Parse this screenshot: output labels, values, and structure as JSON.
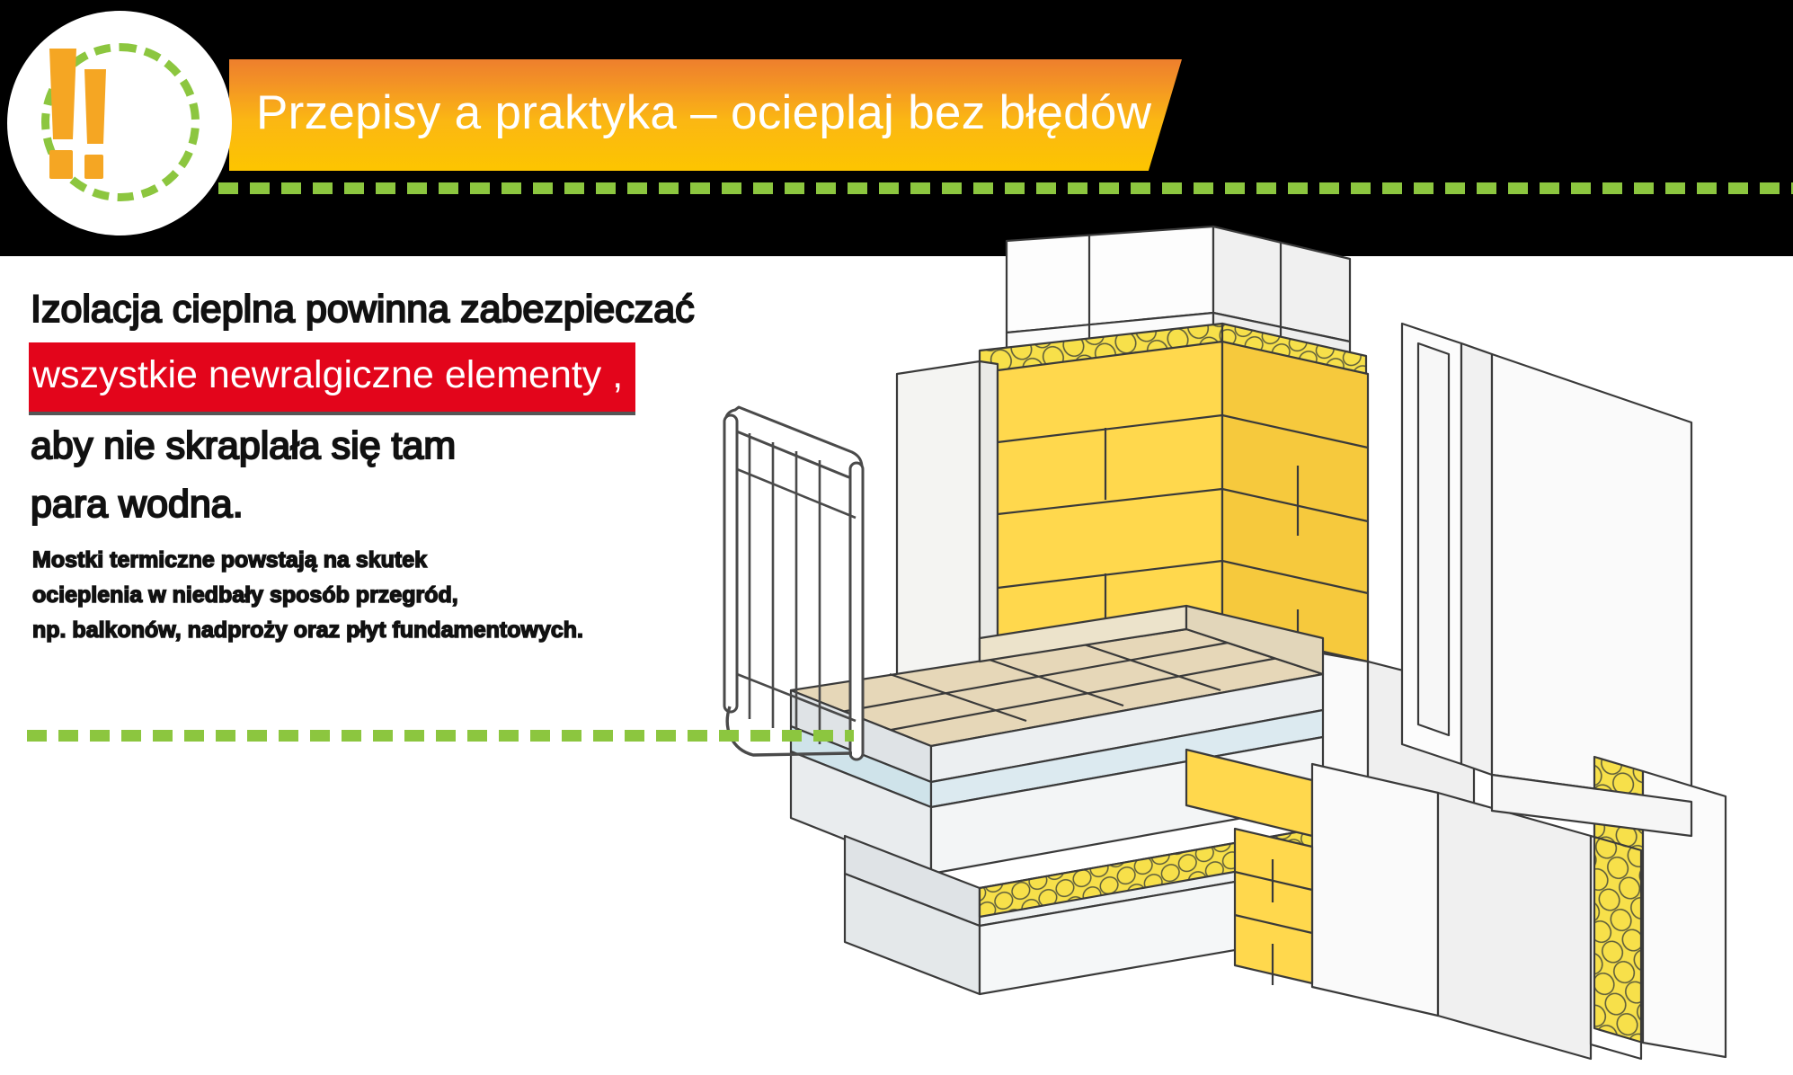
{
  "header": {
    "title": "Przepisy a praktyka – ocieplaj bez błędów",
    "badge_icon": "double-exclamation-icon",
    "banner_gradient_from": "#ee7f2d",
    "banner_gradient_to": "#fdc500",
    "dash_color": "#8cc63f"
  },
  "headline": {
    "line1": "Izolacja cieplna powinna zabezpieczać",
    "line2_highlight": "wszystkie newralgiczne elementy  ,",
    "line3": "aby nie skraplała się tam",
    "line4": "para wodna.",
    "highlight_bg": "#e3051b",
    "highlight_text": "#ffffff"
  },
  "paragraph": {
    "line1": "Mostki termiczne powstają na skutek",
    "line2": "ocieplenia w niedbały sposób przegród,",
    "line3": "np. balkonów, nadproży oraz płyt fundamentowych."
  },
  "illustration": {
    "name": "balcony-thermal-insulation-cross-section",
    "colors": {
      "insulation_yellow": "#f9dc5c",
      "insulation_board": "#ffd84d",
      "mineral_wool": "#f7e04a",
      "tile_beige": "#e6d7b8",
      "screed_grey": "#d8dcdf",
      "slab_light": "#eef1f2",
      "block_white": "#fbfbfb",
      "outline": "#3a3a3a",
      "foil_blue": "#cfe3ea"
    },
    "parts": [
      "wall-blocks",
      "mineral-wool-strip",
      "eps-insulation-boards",
      "balcony-slab",
      "ceramic-tiles",
      "screed-layer",
      "thermal-break-layer",
      "balustrade-railing",
      "facade-render"
    ]
  }
}
